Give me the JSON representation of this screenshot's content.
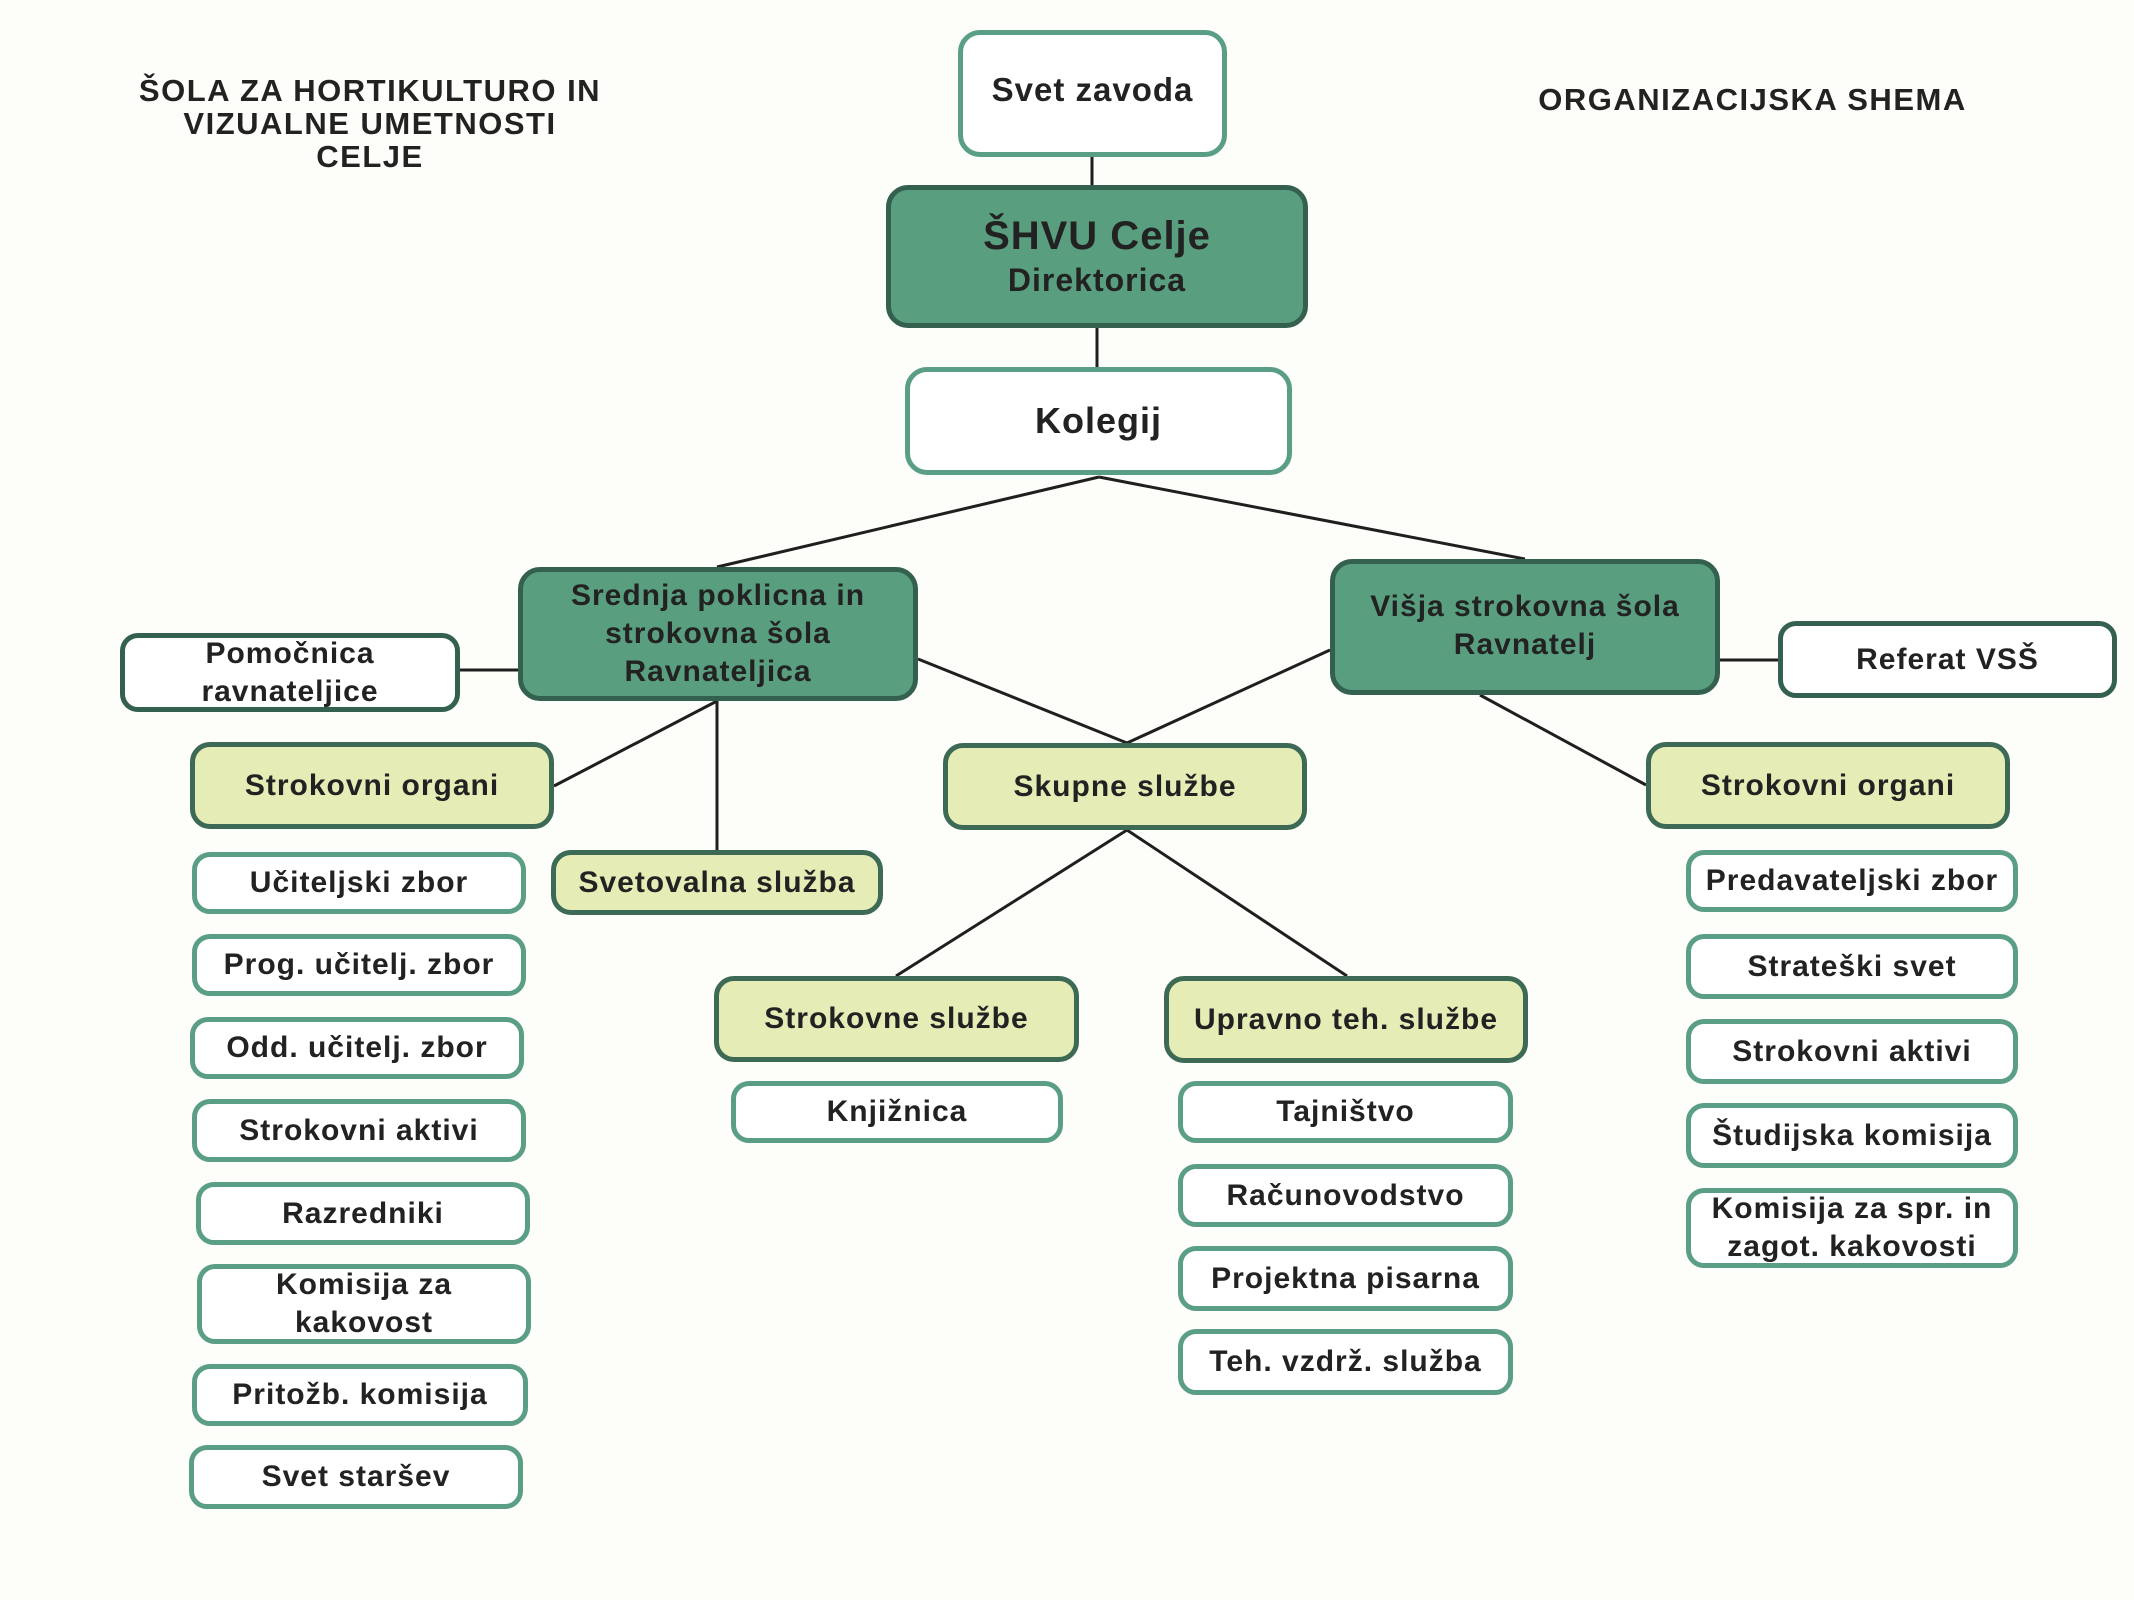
{
  "header": {
    "school_lines": [
      "ŠOLA ZA HORTIKULTURO IN",
      "VIZUALNE UMETNOSTI",
      "CELJE"
    ],
    "chart_title": "ORGANIZACIJSKA SHEMA"
  },
  "colors": {
    "dark_fill": "#5a9e80",
    "dark_border": "#33604f",
    "light_fill": "#e6ecb6",
    "outline": "#5a9e86",
    "background": "#fdfdf9"
  },
  "nodes": {
    "svet_zavoda": {
      "lines": [
        "Svet zavoda"
      ]
    },
    "shvu": {
      "lines": [
        "ŠHVU Celje",
        "Direktorica"
      ]
    },
    "kolegij": {
      "lines": [
        "Kolegij"
      ]
    },
    "srednja": {
      "lines": [
        "Srednja poklicna in",
        "strokovna šola",
        "Ravnateljica"
      ]
    },
    "pomocnica": {
      "lines": [
        "Pomočnica",
        "ravnateljice"
      ]
    },
    "visja": {
      "lines": [
        "Višja strokovna šola",
        "Ravnatelj"
      ]
    },
    "referat": {
      "lines": [
        "Referat VSŠ"
      ]
    },
    "strokovni_organi_left": {
      "lines": [
        "Strokovni organi"
      ]
    },
    "svetovalna": {
      "lines": [
        "Svetovalna služba"
      ]
    },
    "skupne": {
      "lines": [
        "Skupne službe"
      ]
    },
    "strokovni_organi_right": {
      "lines": [
        "Strokovni organi"
      ]
    },
    "strokovne_sluzbe": {
      "lines": [
        "Strokovne službe"
      ]
    },
    "upravno": {
      "lines": [
        "Upravno teh. službe"
      ]
    }
  },
  "lists": {
    "left_organs": [
      [
        "Učiteljski zbor"
      ],
      [
        "Prog. učitelj. zbor"
      ],
      [
        "Odd. učitelj. zbor"
      ],
      [
        "Strokovni aktivi"
      ],
      [
        "Razredniki"
      ],
      [
        "Komisija za",
        "kakovost"
      ],
      [
        "Pritožb. komisija"
      ],
      [
        "Svet staršev"
      ]
    ],
    "strokovne_items": [
      [
        "Knjižnica"
      ]
    ],
    "upravno_items": [
      [
        "Tajništvo"
      ],
      [
        "Računovodstvo"
      ],
      [
        "Projektna pisarna"
      ],
      [
        "Teh. vzdrž. služba"
      ]
    ],
    "right_organs": [
      [
        "Predavateljski zbor"
      ],
      [
        "Strateški svet"
      ],
      [
        "Strokovni aktivi"
      ],
      [
        "Študijska komisija"
      ],
      [
        "Komisija za spr. in",
        "zagot. kakovosti"
      ]
    ]
  }
}
